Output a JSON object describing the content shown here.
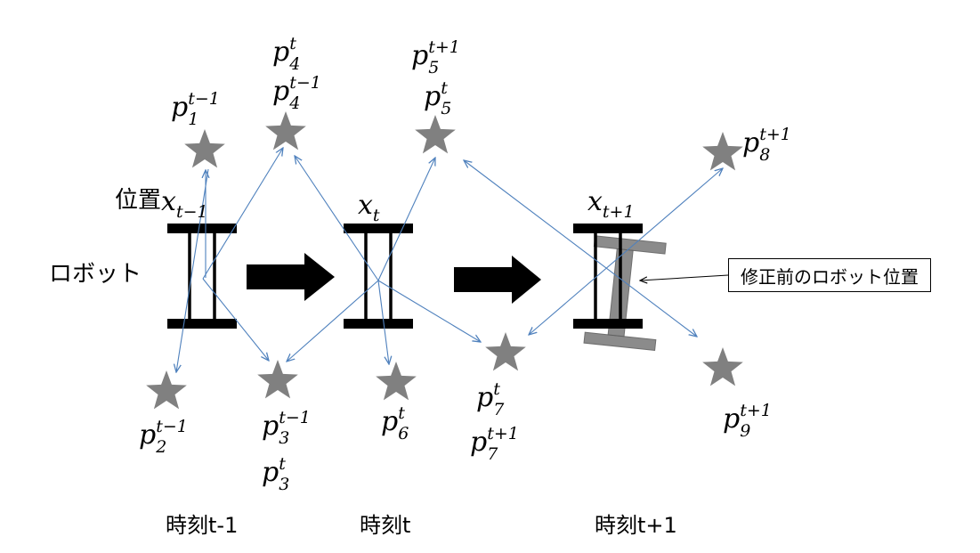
{
  "labels": {
    "robot": "ロボット",
    "position_prefix": "位置",
    "x_prev_base": "x",
    "x_prev_sub": "t−1",
    "x_t_base": "x",
    "x_t_sub": "t",
    "x_next_base": "x",
    "x_next_sub": "t+1",
    "time_prev": "時刻t-1",
    "time_now": "時刻t",
    "time_next": "時刻t+1",
    "callout": "修正前のロボット位置"
  },
  "landmarks": [
    {
      "base": "p",
      "sub": "1",
      "sup": "t−1"
    },
    {
      "base": "p",
      "sub": "4",
      "sup": "t"
    },
    {
      "base": "p",
      "sub": "4",
      "sup": "t−1"
    },
    {
      "base": "p",
      "sub": "5",
      "sup": "t+1"
    },
    {
      "base": "p",
      "sub": "5",
      "sup": "t"
    },
    {
      "base": "p",
      "sub": "8",
      "sup": "t+1"
    },
    {
      "base": "p",
      "sub": "2",
      "sup": "t−1"
    },
    {
      "base": "p",
      "sub": "3",
      "sup": "t−1"
    },
    {
      "base": "p",
      "sub": "3",
      "sup": "t"
    },
    {
      "base": "p",
      "sub": "6",
      "sup": "t"
    },
    {
      "base": "p",
      "sub": "7",
      "sup": "t"
    },
    {
      "base": "p",
      "sub": "7",
      "sup": "t+1"
    },
    {
      "base": "p",
      "sub": "9",
      "sup": "t+1"
    }
  ],
  "colors": {
    "star": "#808080",
    "ray": "#4f81bd",
    "robot": "#000000",
    "ghost": "#7f7f7f"
  }
}
